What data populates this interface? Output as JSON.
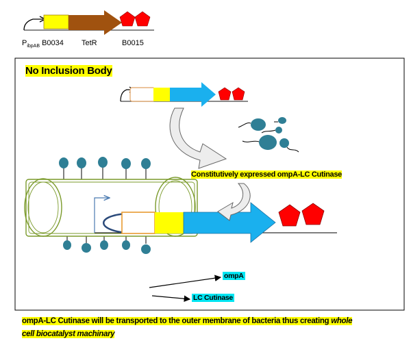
{
  "construct_labels": {
    "promoter_main": "P",
    "promoter_sub": "ibpAB",
    "rbs": "B0034",
    "gene": "TetR",
    "terminator": "B0015"
  },
  "panel": {
    "title": "No Inclusion Body",
    "expression_label": "Constitutively expressed ompA-LC Cutinase",
    "ompa_label": "ompA",
    "lc_label": "LC Cutinase"
  },
  "caption": {
    "part1": "ompA-LC Cutinase will be transported to the outer membrane of bacteria thus creating ",
    "emphasis1": "whole",
    "emphasis2": "cell biocatalyst machinary"
  },
  "colors": {
    "rbs_yellow": "#ffff00",
    "tetr_brown": "#a0520f",
    "terminator_red": "#ff0000",
    "cds_blue": "#1ab0ee",
    "protein_teal": "#2f7f95",
    "cell_green": "#7a9a2a",
    "label_highlight_cyan": "#00e5f2",
    "label_highlight_yellow": "#ffff00"
  }
}
